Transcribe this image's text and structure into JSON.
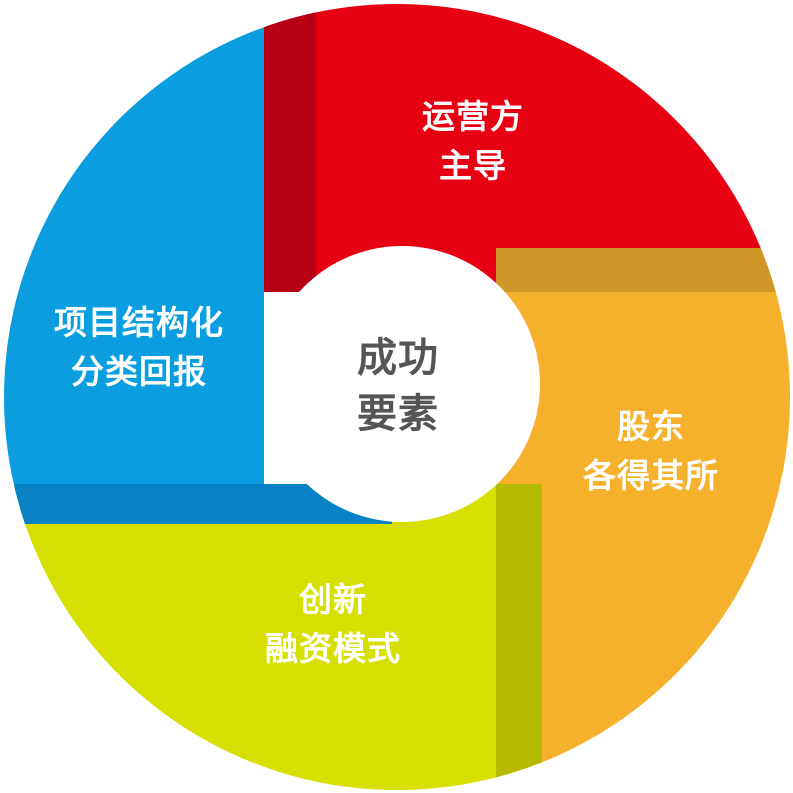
{
  "diagram": {
    "center": {
      "lines": [
        "成功",
        "要素"
      ]
    },
    "segments": [
      {
        "id": "operator",
        "lines": [
          "运营方",
          "主导"
        ],
        "color": "#e60012",
        "shade": "#b70014"
      },
      {
        "id": "shareholder",
        "lines": [
          "股东",
          "各得其所"
        ],
        "color": "#f6b12c",
        "shade": "#cf9628"
      },
      {
        "id": "innovation",
        "lines": [
          "创新",
          "融资模式"
        ],
        "color": "#d7df01",
        "shade": "#b6ba00"
      },
      {
        "id": "project",
        "lines": [
          "项目结构化",
          "分类回报"
        ],
        "color": "#0a9de0",
        "shade": "#0882c4"
      }
    ]
  }
}
